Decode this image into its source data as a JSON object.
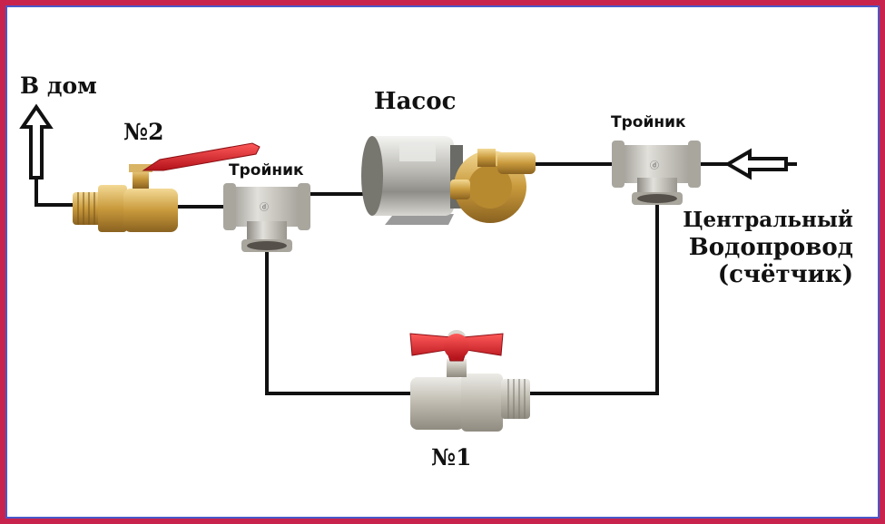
{
  "labels": {
    "to_house": "В дом",
    "valve2": "№2",
    "pump": "Насос",
    "tee_left": "Тройник",
    "tee_right": "Тройник",
    "supply_line1": "Центральный",
    "supply_line2": "Водопровод",
    "supply_line3": "(счётчик)",
    "valve1": "№1"
  },
  "colors": {
    "pipe": "#111111",
    "frame_outer": "#c8234c",
    "frame_inner": "#4a58c9",
    "valve_handle": "#d8232a",
    "fitting_metal": "#c9c6bd",
    "brass": "#c99a3c"
  },
  "icons": [
    "arrow-up-icon",
    "arrow-left-icon"
  ]
}
